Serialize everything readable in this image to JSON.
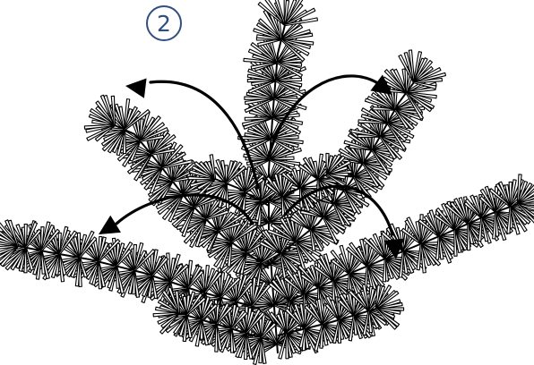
{
  "step": {
    "number": "2"
  },
  "colors": {
    "badge": "#2f4f7f",
    "ink": "#000000",
    "paper": "#ffffff"
  },
  "diagram": {
    "subject": "pine-branch-illustration",
    "arrows": [
      {
        "name": "arrow-center-to-upper-left",
        "direction": "up-left"
      },
      {
        "name": "arrow-center-to-upper-right",
        "direction": "up-right"
      },
      {
        "name": "arrow-center-to-left",
        "direction": "left"
      },
      {
        "name": "arrow-center-to-lower-right",
        "direction": "down-right"
      }
    ]
  }
}
